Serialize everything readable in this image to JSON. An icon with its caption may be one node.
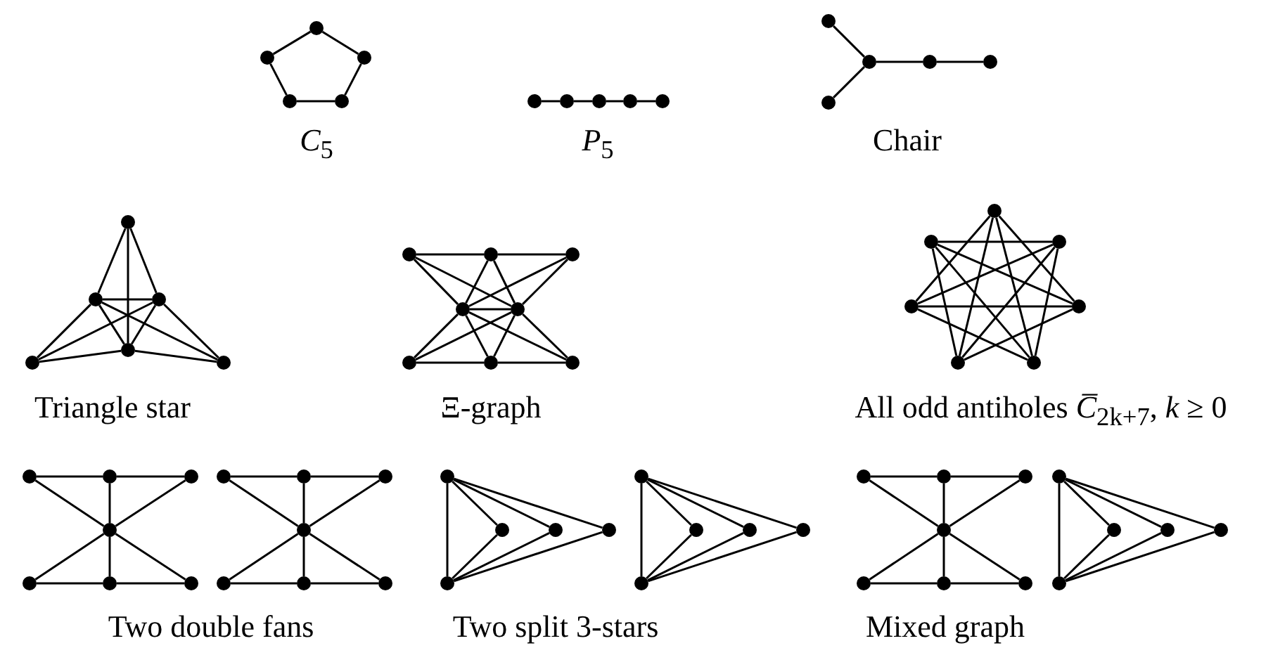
{
  "diagram": {
    "nodes": [
      {
        "text": [],
        "shape": "circle"
      },
      {
        "text": [],
        "shape": "circle"
      },
      {
        "text": [],
        "shape": "circle"
      },
      {
        "text": [],
        "shape": "circle"
      },
      {
        "text": [],
        "shape": "circle"
      },
      {
        "text": [],
        "shape": "circle"
      },
      {
        "text": [],
        "shape": "circle"
      },
      {
        "text": [],
        "shape": "circle"
      },
      {
        "text": [],
        "shape": "circle"
      },
      {
        "text": [],
        "shape": "circle"
      },
      {
        "text": [],
        "shape": "circle"
      },
      {
        "text": [],
        "shape": "circle"
      },
      {
        "text": [],
        "shape": "circle"
      },
      {
        "text": [],
        "shape": "circle"
      },
      {
        "text": [],
        "shape": "circle"
      },
      {
        "text": [],
        "shape": "circle"
      },
      {
        "text": [],
        "shape": "circle"
      },
      {
        "text": [],
        "shape": "circle"
      },
      {
        "text": [],
        "shape": "circle"
      },
      {
        "text": [],
        "shape": "circle"
      },
      {
        "text": [],
        "shape": "circle"
      },
      {
        "text": [],
        "shape": "circle"
      },
      {
        "text": [],
        "shape": "circle"
      },
      {
        "text": [],
        "shape": "circle"
      },
      {
        "text": [],
        "shape": "circle"
      },
      {
        "text": [],
        "shape": "circle"
      },
      {
        "text": [],
        "shape": "circle"
      },
      {
        "text": [],
        "shape": "circle"
      },
      {
        "text": [],
        "shape": "circle"
      },
      {
        "text": [],
        "shape": "circle"
      },
      {
        "text": [],
        "shape": "circle"
      },
      {
        "text": [],
        "shape": "circle"
      },
      {
        "text": [],
        "shape": "circle"
      },
      {
        "text": [],
        "shape": "circle"
      },
      {
        "text": [],
        "shape": "circle"
      },
      {
        "text": [],
        "shape": "circle"
      },
      {
        "text": [],
        "shape": "circle"
      },
      {
        "text": [],
        "shape": "circle"
      },
      {
        "text": [],
        "shape": "circle"
      },
      {
        "text": [],
        "shape": "circle"
      },
      {
        "text": [],
        "shape": "circle"
      },
      {
        "text": [],
        "shape": "circle"
      },
      {
        "text": [],
        "shape": "circle"
      },
      {
        "text": [],
        "shape": "circle"
      },
      {
        "text": [],
        "shape": "circle"
      },
      {
        "text": [],
        "shape": "circle"
      },
      {
        "text": [],
        "shape": "circle"
      },
      {
        "text": [],
        "shape": "circle"
      },
      {
        "text": [],
        "shape": "circle"
      },
      {
        "text": [],
        "shape": "circle"
      },
      {
        "text": [],
        "shape": "circle"
      },
      {
        "text": [],
        "shape": "circle"
      },
      {
        "text": [],
        "shape": "circle"
      },
      {
        "text": [],
        "shape": "circle"
      },
      {
        "text": [],
        "shape": "circle"
      },
      {
        "text": [],
        "shape": "circle"
      },
      {
        "text": [],
        "shape": "circle"
      },
      {
        "text": [],
        "shape": "circle"
      },
      {
        "text": [],
        "shape": "circle"
      },
      {
        "text": [],
        "shape": "circle"
      },
      {
        "text": [],
        "shape": "circle"
      },
      {
        "text": [],
        "shape": "circle"
      },
      {
        "text": [],
        "shape": "circle"
      },
      {
        "text": [],
        "shape": "circle"
      },
      {
        "text": [],
        "shape": "circle"
      },
      {
        "text": [],
        "shape": "circle"
      },
      {
        "text": [],
        "shape": "circle"
      },
      {
        "text": [],
        "shape": "circle"
      },
      {
        "text": [],
        "shape": "circle"
      },
      {
        "text": [],
        "shape": "circle"
      },
      {
        "text": [],
        "shape": "circle"
      },
      {
        "text": [],
        "shape": "circle"
      }
    ],
    "edges": [
      {
        "from": 0,
        "to": 1,
        "arrow": "none"
      },
      {
        "from": 0,
        "to": 2,
        "arrow": "none"
      },
      {
        "from": 1,
        "to": 3,
        "arrow": "none"
      },
      {
        "from": 2,
        "to": 4,
        "arrow": "none"
      },
      {
        "from": 3,
        "to": 4,
        "arrow": "none"
      },
      {
        "from": 5,
        "to": 6,
        "arrow": "none"
      },
      {
        "from": 6,
        "to": 7,
        "arrow": "none"
      },
      {
        "from": 7,
        "to": 8,
        "arrow": "none"
      },
      {
        "from": 8,
        "to": 9,
        "arrow": "none"
      },
      {
        "from": 10,
        "to": 11,
        "arrow": "none"
      },
      {
        "from": 11,
        "to": 12,
        "arrow": "none"
      },
      {
        "from": 12,
        "to": 13,
        "arrow": "none"
      },
      {
        "from": 11,
        "to": 14,
        "arrow": "none"
      },
      {
        "from": 15,
        "to": 16,
        "arrow": "none"
      },
      {
        "from": 15,
        "to": 17,
        "arrow": "none"
      },
      {
        "from": 15,
        "to": 18,
        "arrow": "none"
      },
      {
        "from": 16,
        "to": 17,
        "arrow": "none"
      },
      {
        "from": 16,
        "to": 18,
        "arrow": "none"
      },
      {
        "from": 17,
        "to": 18,
        "arrow": "none"
      },
      {
        "from": 16,
        "to": 19,
        "arrow": "none"
      },
      {
        "from": 16,
        "to": 20,
        "arrow": "none"
      },
      {
        "from": 17,
        "to": 19,
        "arrow": "none"
      },
      {
        "from": 17,
        "to": 20,
        "arrow": "none"
      },
      {
        "from": 18,
        "to": 19,
        "arrow": "none"
      },
      {
        "from": 18,
        "to": 20,
        "arrow": "none"
      },
      {
        "from": 21,
        "to": 22,
        "arrow": "none"
      },
      {
        "from": 22,
        "to": 23,
        "arrow": "none"
      },
      {
        "from": 21,
        "to": 24,
        "arrow": "none"
      },
      {
        "from": 21,
        "to": 25,
        "arrow": "none"
      },
      {
        "from": 22,
        "to": 24,
        "arrow": "none"
      },
      {
        "from": 22,
        "to": 25,
        "arrow": "none"
      },
      {
        "from": 23,
        "to": 24,
        "arrow": "none"
      },
      {
        "from": 23,
        "to": 25,
        "arrow": "none"
      },
      {
        "from": 24,
        "to": 25,
        "arrow": "none"
      },
      {
        "from": 24,
        "to": 26,
        "arrow": "none"
      },
      {
        "from": 24,
        "to": 27,
        "arrow": "none"
      },
      {
        "from": 24,
        "to": 28,
        "arrow": "none"
      },
      {
        "from": 25,
        "to": 26,
        "arrow": "none"
      },
      {
        "from": 25,
        "to": 27,
        "arrow": "none"
      },
      {
        "from": 25,
        "to": 28,
        "arrow": "none"
      },
      {
        "from": 26,
        "to": 27,
        "arrow": "none"
      },
      {
        "from": 27,
        "to": 28,
        "arrow": "none"
      },
      {
        "from": 29,
        "to": 33,
        "arrow": "none"
      },
      {
        "from": 29,
        "to": 32,
        "arrow": "none"
      },
      {
        "from": 29,
        "to": 35,
        "arrow": "none"
      },
      {
        "from": 29,
        "to": 34,
        "arrow": "none"
      },
      {
        "from": 30,
        "to": 31,
        "arrow": "none"
      },
      {
        "from": 30,
        "to": 33,
        "arrow": "none"
      },
      {
        "from": 30,
        "to": 34,
        "arrow": "none"
      },
      {
        "from": 30,
        "to": 35,
        "arrow": "none"
      },
      {
        "from": 31,
        "to": 35,
        "arrow": "none"
      },
      {
        "from": 31,
        "to": 34,
        "arrow": "none"
      },
      {
        "from": 31,
        "to": 32,
        "arrow": "none"
      },
      {
        "from": 32,
        "to": 33,
        "arrow": "none"
      },
      {
        "from": 32,
        "to": 35,
        "arrow": "none"
      },
      {
        "from": 33,
        "to": 34,
        "arrow": "none"
      },
      {
        "from": 36,
        "to": 37,
        "arrow": "none"
      },
      {
        "from": 37,
        "to": 38,
        "arrow": "none"
      },
      {
        "from": 36,
        "to": 39,
        "arrow": "none"
      },
      {
        "from": 37,
        "to": 39,
        "arrow": "none"
      },
      {
        "from": 38,
        "to": 39,
        "arrow": "none"
      },
      {
        "from": 39,
        "to": 40,
        "arrow": "none"
      },
      {
        "from": 39,
        "to": 41,
        "arrow": "none"
      },
      {
        "from": 39,
        "to": 42,
        "arrow": "none"
      },
      {
        "from": 40,
        "to": 41,
        "arrow": "none"
      },
      {
        "from": 41,
        "to": 42,
        "arrow": "none"
      },
      {
        "from": 43,
        "to": 44,
        "arrow": "none"
      },
      {
        "from": 44,
        "to": 45,
        "arrow": "none"
      },
      {
        "from": 43,
        "to": 46,
        "arrow": "none"
      },
      {
        "from": 44,
        "to": 46,
        "arrow": "none"
      },
      {
        "from": 45,
        "to": 46,
        "arrow": "none"
      },
      {
        "from": 46,
        "to": 47,
        "arrow": "none"
      },
      {
        "from": 46,
        "to": 48,
        "arrow": "none"
      },
      {
        "from": 46,
        "to": 49,
        "arrow": "none"
      },
      {
        "from": 47,
        "to": 48,
        "arrow": "none"
      },
      {
        "from": 48,
        "to": 49,
        "arrow": "none"
      },
      {
        "from": 50,
        "to": 54,
        "arrow": "none"
      },
      {
        "from": 50,
        "to": 51,
        "arrow": "none"
      },
      {
        "from": 50,
        "to": 52,
        "arrow": "none"
      },
      {
        "from": 50,
        "to": 53,
        "arrow": "none"
      },
      {
        "from": 54,
        "to": 51,
        "arrow": "none"
      },
      {
        "from": 54,
        "to": 52,
        "arrow": "none"
      },
      {
        "from": 54,
        "to": 53,
        "arrow": "none"
      },
      {
        "from": 55,
        "to": 59,
        "arrow": "none"
      },
      {
        "from": 55,
        "to": 56,
        "arrow": "none"
      },
      {
        "from": 55,
        "to": 57,
        "arrow": "none"
      },
      {
        "from": 55,
        "to": 58,
        "arrow": "none"
      },
      {
        "from": 59,
        "to": 56,
        "arrow": "none"
      },
      {
        "from": 59,
        "to": 57,
        "arrow": "none"
      },
      {
        "from": 59,
        "to": 58,
        "arrow": "none"
      },
      {
        "from": 60,
        "to": 61,
        "arrow": "none"
      },
      {
        "from": 61,
        "to": 62,
        "arrow": "none"
      },
      {
        "from": 60,
        "to": 63,
        "arrow": "none"
      },
      {
        "from": 61,
        "to": 63,
        "arrow": "none"
      },
      {
        "from": 62,
        "to": 63,
        "arrow": "none"
      },
      {
        "from": 63,
        "to": 64,
        "arrow": "none"
      },
      {
        "from": 63,
        "to": 65,
        "arrow": "none"
      },
      {
        "from": 63,
        "to": 66,
        "arrow": "none"
      },
      {
        "from": 64,
        "to": 65,
        "arrow": "none"
      },
      {
        "from": 65,
        "to": 66,
        "arrow": "none"
      },
      {
        "from": 67,
        "to": 71,
        "arrow": "none"
      },
      {
        "from": 67,
        "to": 68,
        "arrow": "none"
      },
      {
        "from": 67,
        "to": 69,
        "arrow": "none"
      },
      {
        "from": 67,
        "to": 70,
        "arrow": "none"
      },
      {
        "from": 71,
        "to": 68,
        "arrow": "none"
      },
      {
        "from": 71,
        "to": 69,
        "arrow": "none"
      },
      {
        "from": 71,
        "to": 70,
        "arrow": "none"
      }
    ],
    "labels": [
      "*C*$_{5}$",
      "*P*$_{5}$",
      "Chair",
      "Triangle star",
      "Ξ-graph",
      "All odd antiholes *C̅*$_{2k+7}$, *k* ≥ 0",
      "Two double fans",
      "Two split 3-stars",
      "Mixed graph"
    ]
  }
}
